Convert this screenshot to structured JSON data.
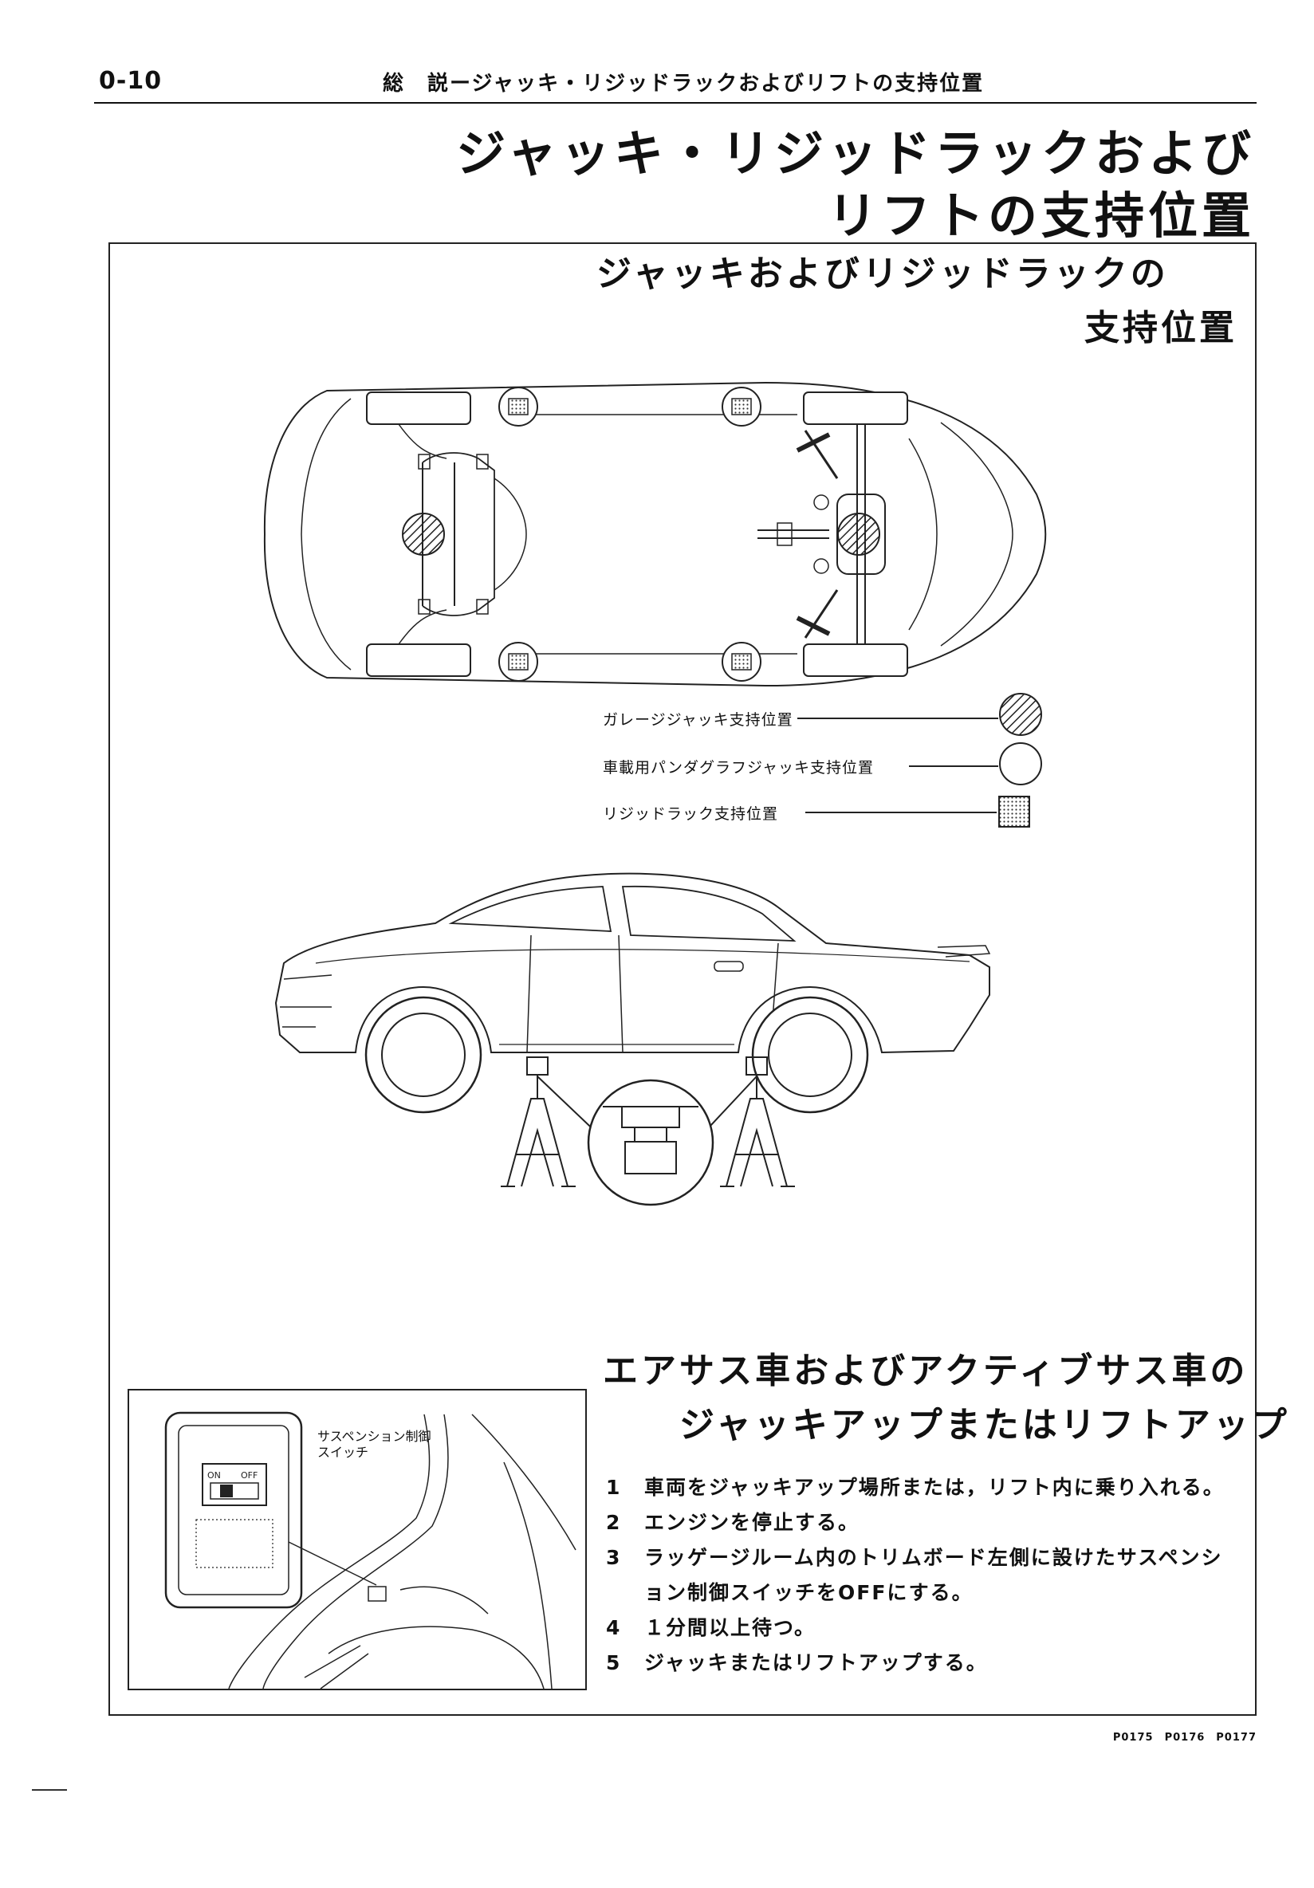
{
  "header": {
    "page_number": "0-10",
    "running_title": "総　説ージャッキ・リジッドラックおよびリフトの支持位置"
  },
  "main_title": {
    "line1": "ジャッキ・リジッドラックおよび",
    "line2": "リフトの支持位置"
  },
  "section1": {
    "title_line1": "ジャッキおよびリジッドラックの",
    "title_line2": "支持位置"
  },
  "legend": [
    {
      "label": "ガレージジャッキ支持位置",
      "symbol": "hatched-circle"
    },
    {
      "label": "車載用パンダグラフジャッキ支持位置",
      "symbol": "open-circle"
    },
    {
      "label": "リジッドラック支持位置",
      "symbol": "dotted-square"
    }
  ],
  "section2": {
    "title_line1": "エアサス車およびアクティブサス車の",
    "title_line2": "ジャッキアップまたはリフトアップ",
    "steps": [
      {
        "num": "1",
        "text": "車両をジャッキアップ場所または，リフト内に乗り入れる。"
      },
      {
        "num": "2",
        "text": "エンジンを停止する。"
      },
      {
        "num": "3",
        "text": "ラッゲージルーム内のトリムボード左側に設けたサスペンション制御スイッチをOFFにする。"
      },
      {
        "num": "4",
        "text": "１分間以上待つ。"
      },
      {
        "num": "5",
        "text": "ジャッキまたはリフトアップする。"
      }
    ]
  },
  "inset": {
    "callout_label": "サスペンション制御\nスイッチ",
    "switch_on": "ON",
    "switch_off": "OFF"
  },
  "figure_codes": "P0175　P0176　P0177"
}
